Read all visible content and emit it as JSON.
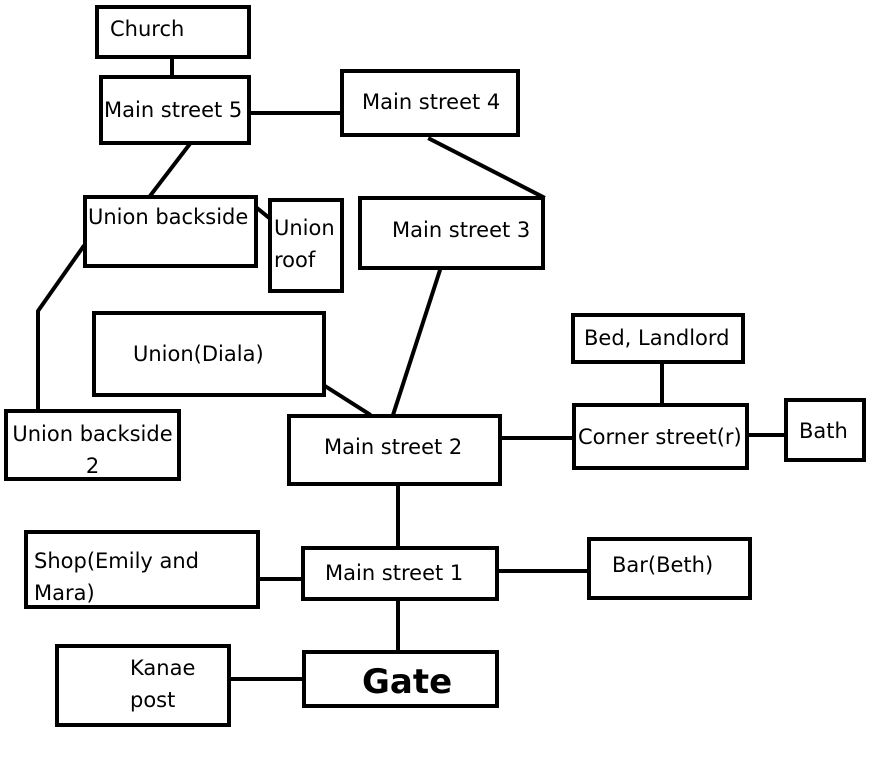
{
  "nodes": {
    "church": "Church",
    "main_street_5": "Main street 5",
    "main_street_4": "Main street 4",
    "union_backside": "Union backside",
    "union_roof": "Union\nroof",
    "main_street_3": "Main street 3",
    "union_diala": "Union(Diala)",
    "bed_landlord": "Bed, Landlord",
    "union_backside_2": "Union backside\n2",
    "main_street_2": "Main street 2",
    "corner_street": "Corner street(r)",
    "bath": "Bath",
    "shop": "Shop(Emily and\nMara)",
    "main_street_1": "Main street 1",
    "bar": "Bar(Beth)",
    "kanae_post": "Kanae\npost",
    "gate": "Gate"
  },
  "connections": [
    [
      "church",
      "main_street_5"
    ],
    [
      "main_street_5",
      "main_street_4"
    ],
    [
      "main_street_5",
      "union_backside"
    ],
    [
      "main_street_4",
      "main_street_3"
    ],
    [
      "union_backside",
      "union_roof"
    ],
    [
      "union_backside",
      "union_backside_2"
    ],
    [
      "main_street_3",
      "main_street_2"
    ],
    [
      "union_diala",
      "main_street_2"
    ],
    [
      "main_street_2",
      "corner_street"
    ],
    [
      "bed_landlord",
      "corner_street"
    ],
    [
      "corner_street",
      "bath"
    ],
    [
      "main_street_2",
      "main_street_1"
    ],
    [
      "shop",
      "main_street_1"
    ],
    [
      "main_street_1",
      "bar"
    ],
    [
      "main_street_1",
      "gate"
    ],
    [
      "kanae_post",
      "gate"
    ]
  ]
}
